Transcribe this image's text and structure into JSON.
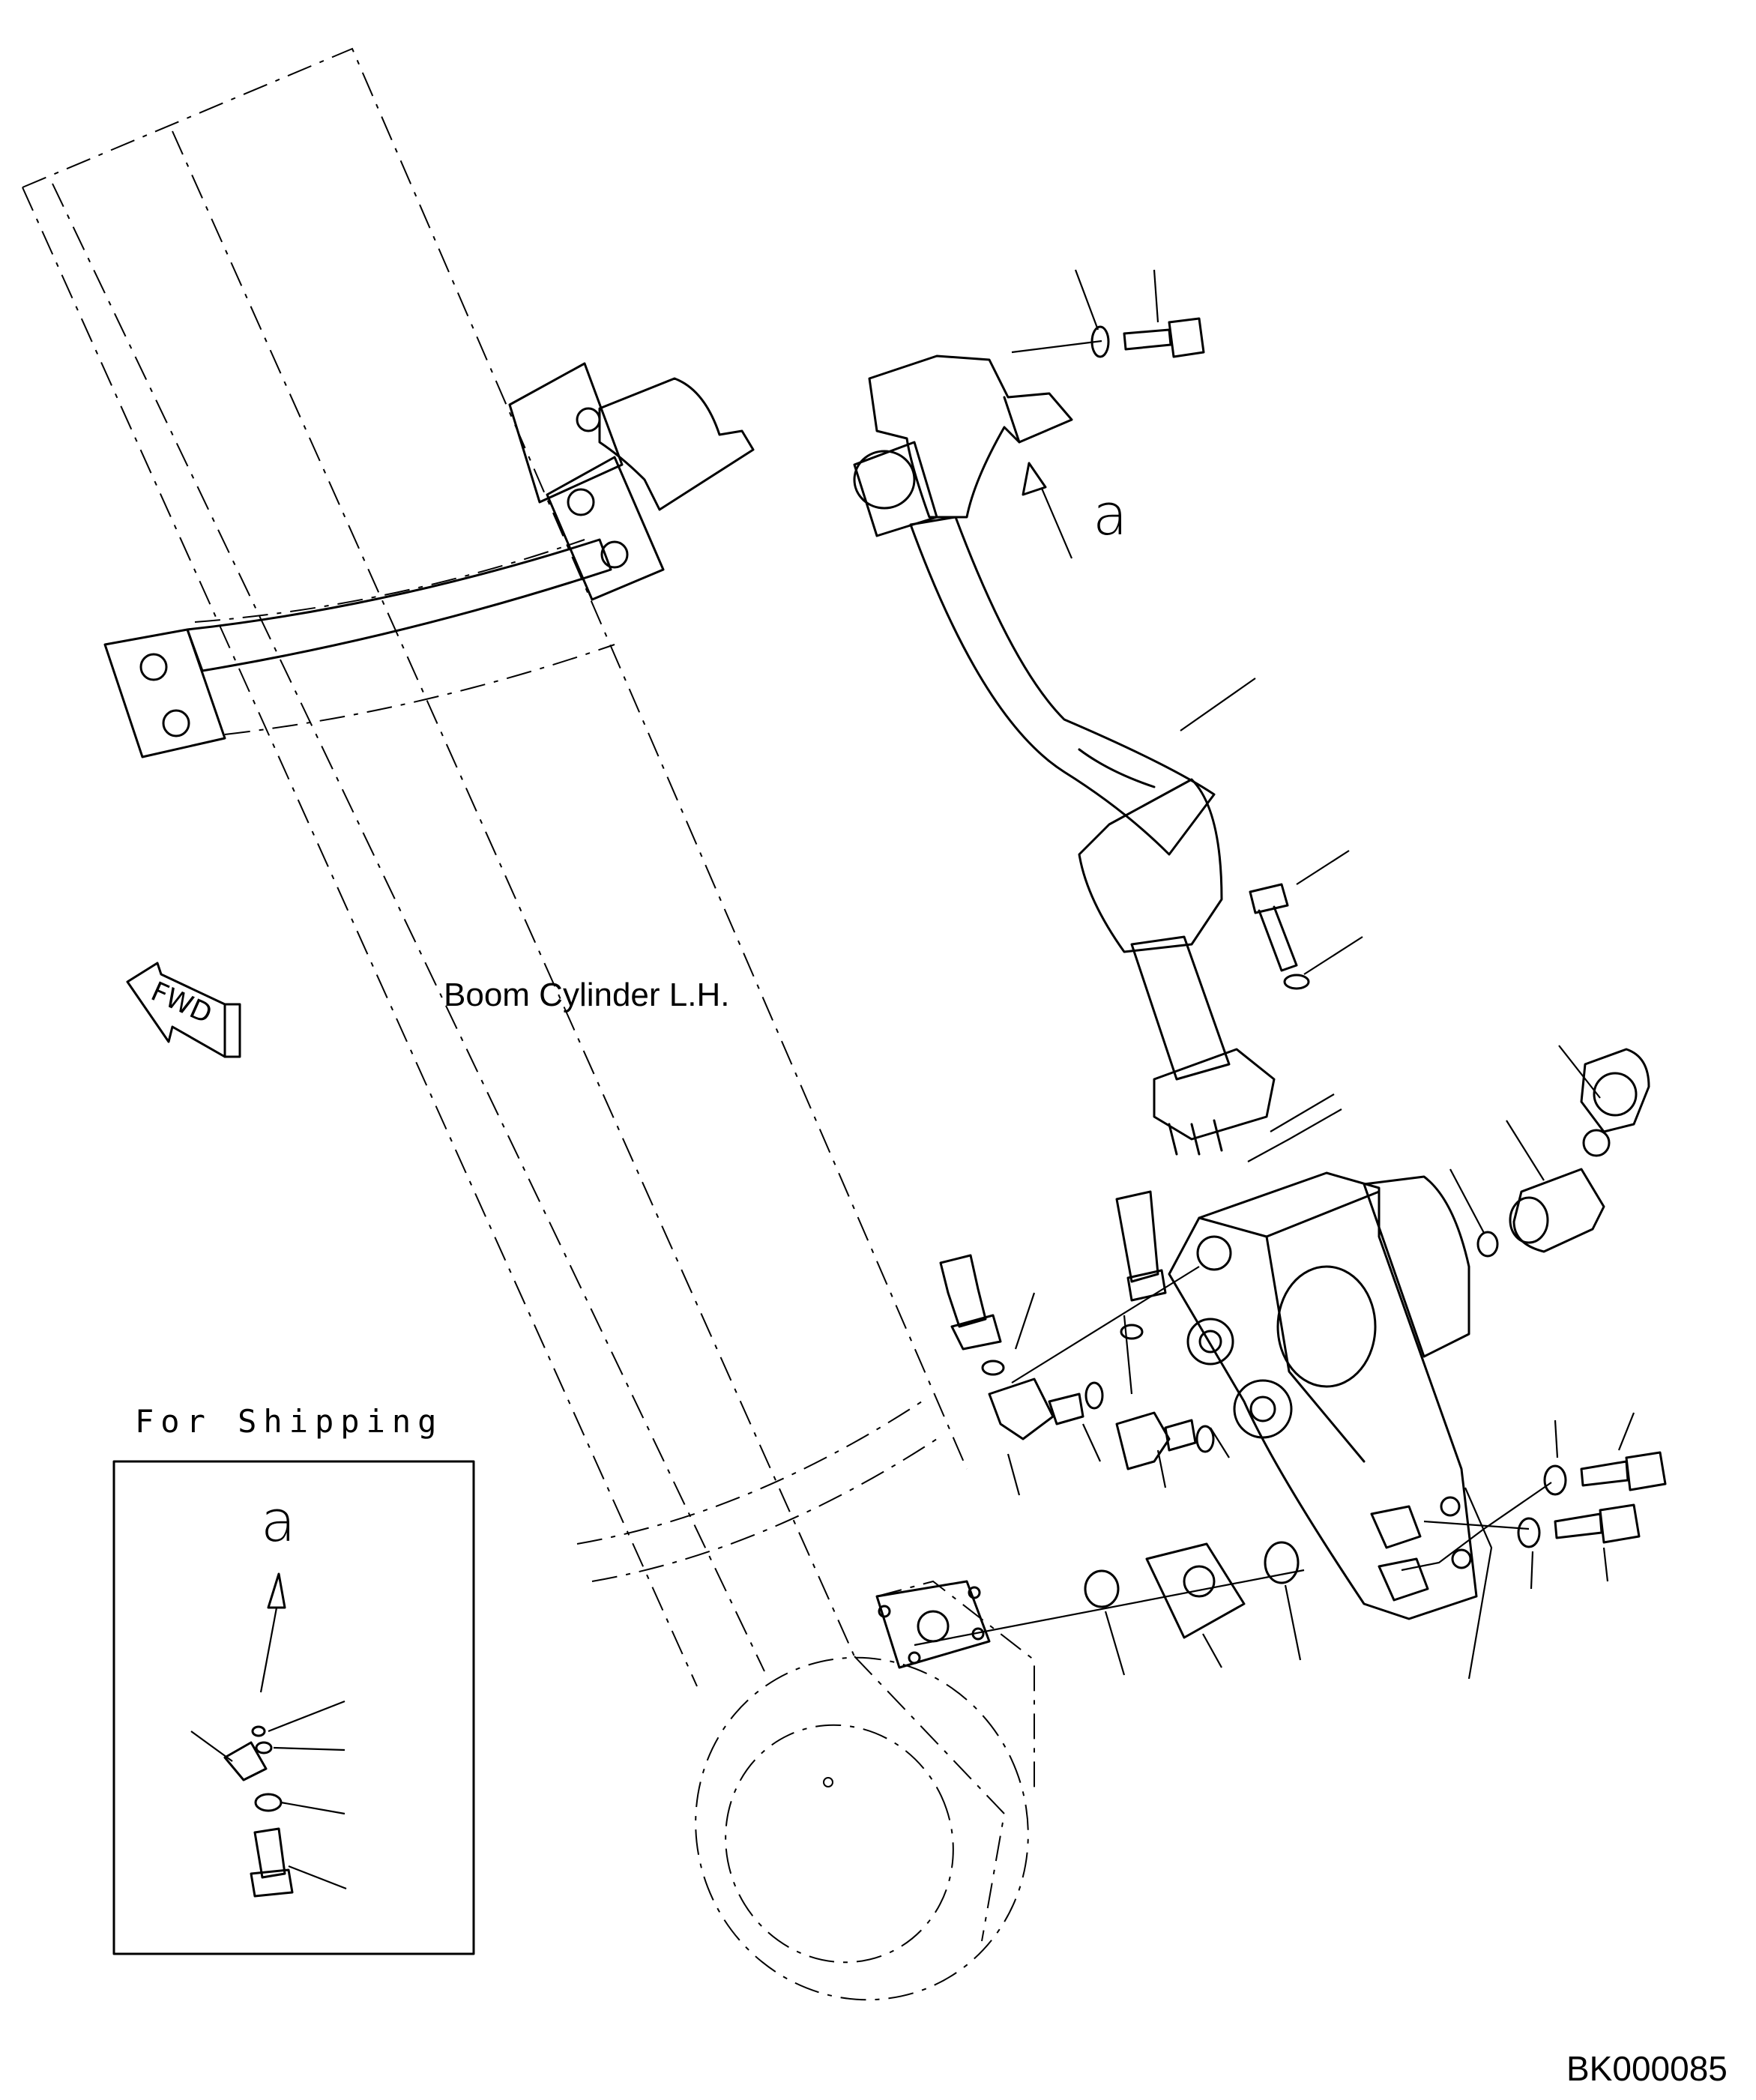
{
  "labels": {
    "main_title": "Boom Cylinder L.H.",
    "direction": "FWD",
    "shipping_title": "For Shipping",
    "view_letter_main": "a",
    "view_letter_inset": "a",
    "drawing_code": "BK000085"
  }
}
